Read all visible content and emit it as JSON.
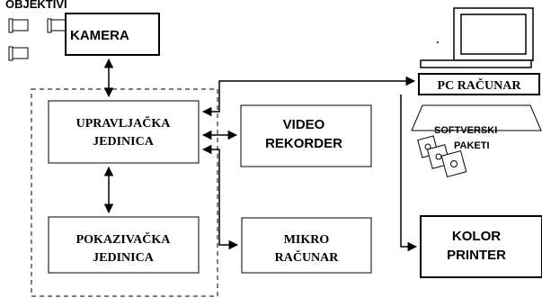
{
  "diagram": {
    "objective_label": "OBJEKTIVI",
    "camera": "KAMERA",
    "control_unit": [
      "UPRAVLJAČKA",
      "JEDINICA"
    ],
    "display_unit": [
      "POKAZIVAČKA",
      "JEDINICA"
    ],
    "video_recorder": [
      "VIDEO",
      "REKORDER"
    ],
    "micro_computer": [
      "MIKRO",
      "RAČUNAR"
    ],
    "pc_computer": "PC RAČUNAR",
    "software": [
      "SOFTVERSKI",
      "PAKETI"
    ],
    "color_printer": [
      "KOLOR",
      "PRINTER"
    ]
  }
}
